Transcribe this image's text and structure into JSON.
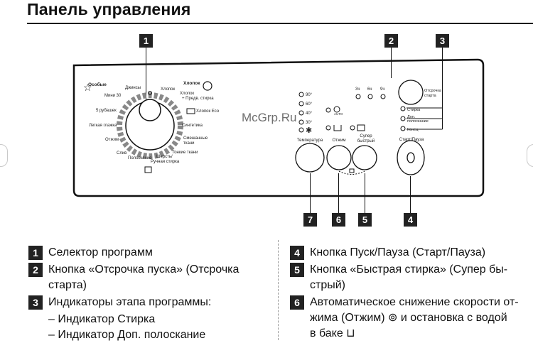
{
  "title": "Панель управления",
  "watermark": "McGrp.Ru",
  "callouts": [
    "1",
    "2",
    "3",
    "4",
    "5",
    "6",
    "7"
  ],
  "dial": {
    "left_labels": [
      "Особые",
      "Мини 30",
      "5 рубашек",
      "Легкая глажка",
      "Отжим",
      "Слив",
      "Полоскание"
    ],
    "top_labels": [
      "Джинсы",
      "Хлопок",
      "Хлопок",
      "+ Предв. стирка"
    ],
    "right_labels": [
      "Хлопок Eco",
      "Синтетика",
      "Смешанные",
      "ткани",
      "Тонкие ткани",
      "Шерсть/",
      "Ручная стирка"
    ]
  },
  "temperature_labels": [
    "90°",
    "60°",
    "40°",
    "30°"
  ],
  "auto_label": "AUTO",
  "delay_labels": [
    "3ч",
    "6ч",
    "9ч"
  ],
  "delay_button_label": [
    "Отсрочка",
    "старта"
  ],
  "stage_labels": [
    "Стирка",
    "Доп.",
    "полоскание",
    "Конец"
  ],
  "buttons": {
    "temperature": "Температура",
    "spin": "Отжим",
    "quick": [
      "Супер",
      "быстрый"
    ],
    "start": "Старт/Пауза"
  },
  "legend_left": [
    {
      "num": "1",
      "lines": [
        "Селектор программ"
      ]
    },
    {
      "num": "2",
      "lines": [
        "Кнопка «Отсрочка пуска» (Отсрочка",
        "старта)"
      ]
    },
    {
      "num": "3",
      "lines": [
        "Индикаторы этапа программы:"
      ]
    }
  ],
  "legend_left_sub": [
    "– Индикатор Стирка",
    "– Индикатор Доп. полоскание"
  ],
  "legend_right": [
    {
      "num": "4",
      "lines": [
        "Кнопка Пуск/Пауза (Старт/Пауза)"
      ]
    },
    {
      "num": "5",
      "lines": [
        "Кнопка «Быстрая стирка» (Супер бы-",
        "стрый)"
      ]
    },
    {
      "num": "6",
      "lines": [
        "Автоматическое снижение скорости от-",
        "жима (Отжим) ⊚ и остановка с водой",
        "в баке ⊔"
      ]
    }
  ]
}
